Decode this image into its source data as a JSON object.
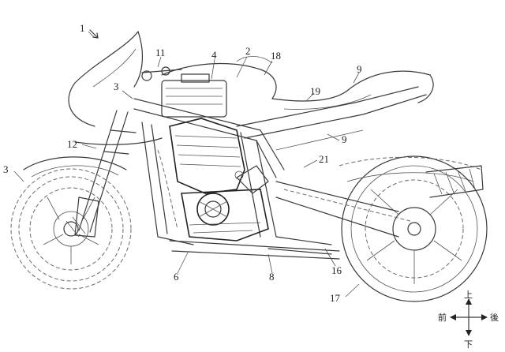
{
  "figure": {
    "callouts": [
      {
        "id": "ref-1",
        "text": "1"
      },
      {
        "id": "ref-2",
        "text": "2"
      },
      {
        "id": "ref-3a",
        "text": "3"
      },
      {
        "id": "ref-3b",
        "text": "3"
      },
      {
        "id": "ref-4",
        "text": "4"
      },
      {
        "id": "ref-6",
        "text": "6"
      },
      {
        "id": "ref-8",
        "text": "8"
      },
      {
        "id": "ref-9a",
        "text": "9"
      },
      {
        "id": "ref-9b",
        "text": "9"
      },
      {
        "id": "ref-11",
        "text": "11"
      },
      {
        "id": "ref-12",
        "text": "12"
      },
      {
        "id": "ref-16",
        "text": "16"
      },
      {
        "id": "ref-17",
        "text": "17"
      },
      {
        "id": "ref-18",
        "text": "18"
      },
      {
        "id": "ref-19",
        "text": "19"
      },
      {
        "id": "ref-21",
        "text": "21"
      }
    ],
    "compass": {
      "up": "上",
      "down": "下",
      "front": "前",
      "rear": "後"
    }
  }
}
